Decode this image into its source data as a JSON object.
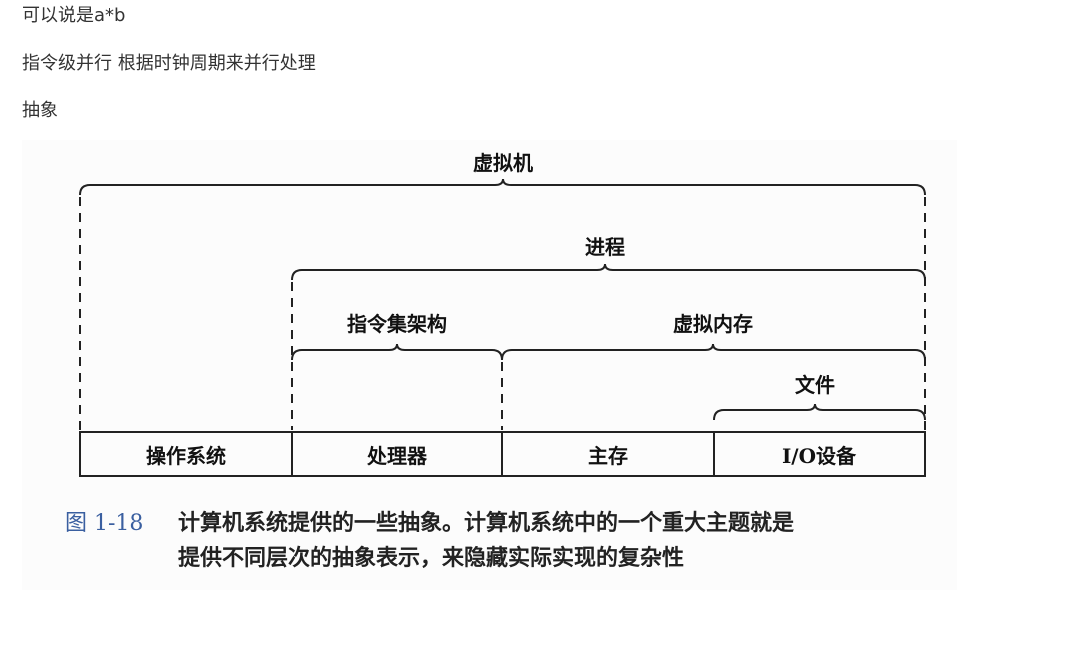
{
  "paragraphs": [
    "可以说是a*b",
    "指令级并行 根据时钟周期来并行处理",
    "抽象"
  ],
  "figure": {
    "labels": {
      "virtual_machine": "虚拟机",
      "process": "进程",
      "isa": "指令集架构",
      "virtual_memory": "虚拟内存",
      "files": "文件"
    },
    "boxes": [
      "操作系统",
      "处理器",
      "主存",
      "I/O设备"
    ],
    "caption": {
      "number": "图 1-18",
      "line1": "计算机系统提供的一些抽象。计算机系统中的一个重大主题就是",
      "line2": "提供不同层次的抽象表示，来隐藏实际实现的复杂性"
    },
    "caption_color": "#3a5fa0"
  }
}
